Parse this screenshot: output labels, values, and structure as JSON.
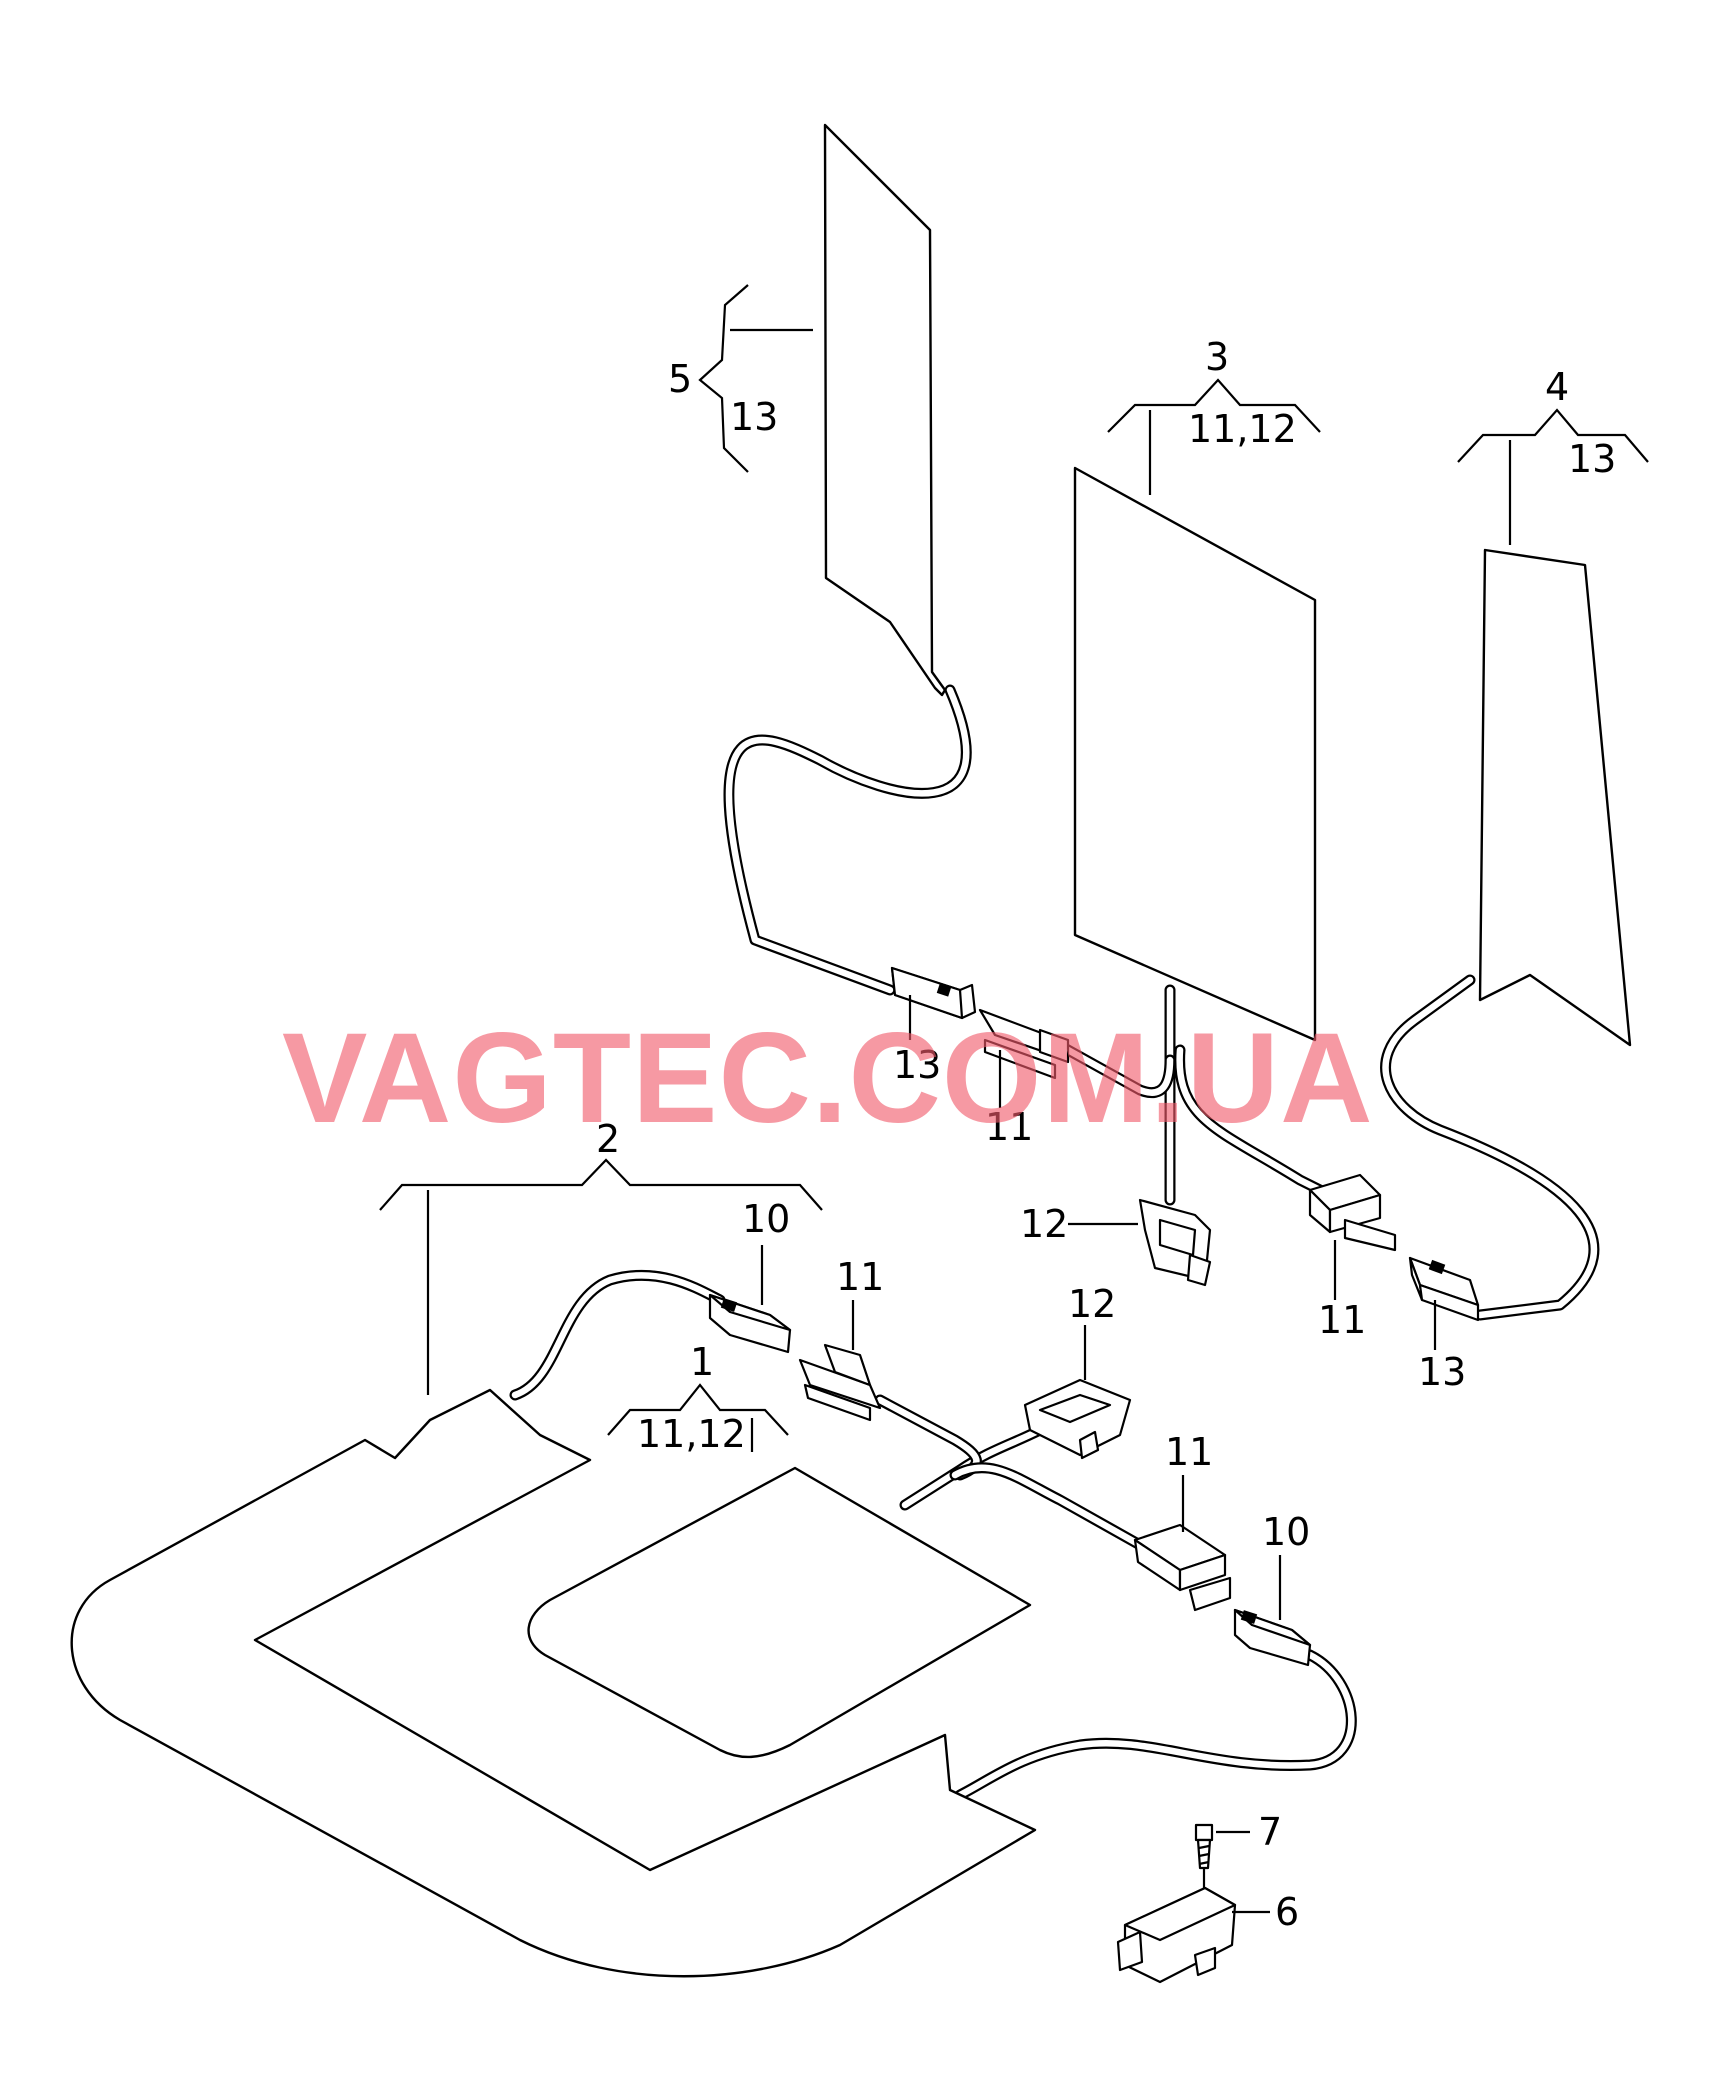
{
  "watermark": "VAGTEC.COM.UA",
  "callouts": {
    "c5": "5",
    "c5_sub": "13",
    "c3": "3",
    "c3_sub": "11,12",
    "c4": "4",
    "c4_sub": "13",
    "c2": "2",
    "c1": "1",
    "c1_sub": "11,12",
    "c10a": "10",
    "c10b": "10",
    "c11a": "11",
    "c11b": "11",
    "c11c": "11",
    "c11d": "11",
    "c12a": "12",
    "c12b": "12",
    "c13a": "13",
    "c13b": "13",
    "c7": "7",
    "c6": "6"
  }
}
